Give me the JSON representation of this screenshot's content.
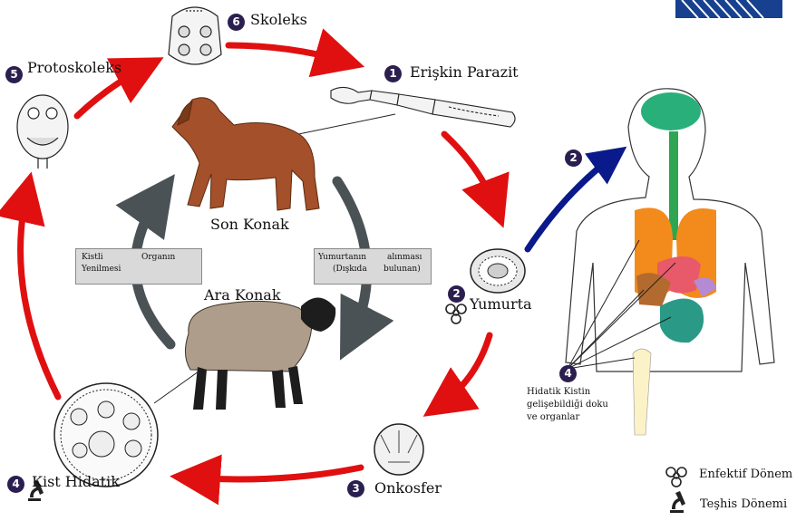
{
  "stages": {
    "s1": {
      "number": "1",
      "label": "Erişkin Parazit"
    },
    "s2": {
      "number": "2",
      "label": "Yumurta"
    },
    "s3": {
      "number": "3",
      "label": "Onkosfer"
    },
    "s4": {
      "number": "4",
      "label": "Kist Hidatik"
    },
    "s5": {
      "number": "5",
      "label": "Protoskoleks"
    },
    "s6": {
      "number": "6",
      "label": "Skoleks"
    }
  },
  "hosts": {
    "definitive": "Son Konak",
    "intermediate": "Ara Konak"
  },
  "boxes": {
    "left": {
      "line1a": "Kistli",
      "line1b": "Organın",
      "line2": "Yenilmesi"
    },
    "right": {
      "line1a": "Yumurtanın",
      "line1b": "alınması",
      "line2a": "(Dışkıda",
      "line2b": "bulunan)"
    }
  },
  "human": {
    "arrow_number": "2",
    "organs_number": "4",
    "organs_line1": "Hidatik Kistin",
    "organs_line2": "gelişebildiği doku",
    "organs_line3": "ve organlar"
  },
  "legend": {
    "infective": "Enfektif Dönem",
    "diagnostic": "Teşhis Dönemi"
  },
  "colors": {
    "cycle_arrow": "#e01010",
    "human_arrow": "#0a1a8a",
    "host_arrow": "#4a5256",
    "number_badge": "#2a1f4f"
  }
}
